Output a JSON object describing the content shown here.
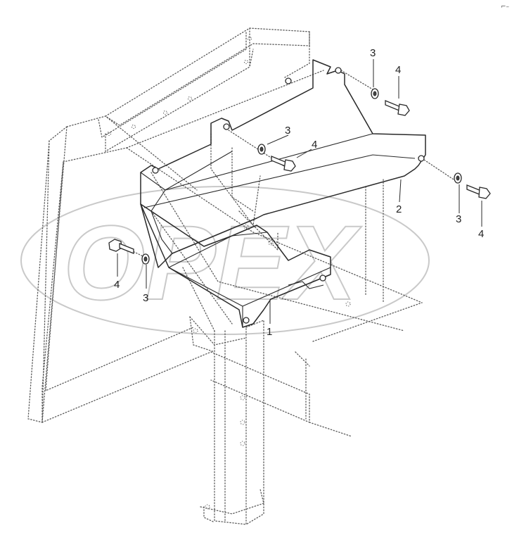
{
  "diagram": {
    "watermark_text": "OPEX",
    "corner_mark": "⌐–",
    "callouts": [
      {
        "id": "c1",
        "label": "1"
      },
      {
        "id": "c2",
        "label": "2"
      },
      {
        "id": "c3a",
        "label": "3"
      },
      {
        "id": "c3b",
        "label": "3"
      },
      {
        "id": "c3c",
        "label": "3"
      },
      {
        "id": "c3d",
        "label": "3"
      },
      {
        "id": "c4a",
        "label": "4"
      },
      {
        "id": "c4b",
        "label": "4"
      },
      {
        "id": "c4c",
        "label": "4"
      },
      {
        "id": "c4d",
        "label": "4"
      }
    ]
  }
}
